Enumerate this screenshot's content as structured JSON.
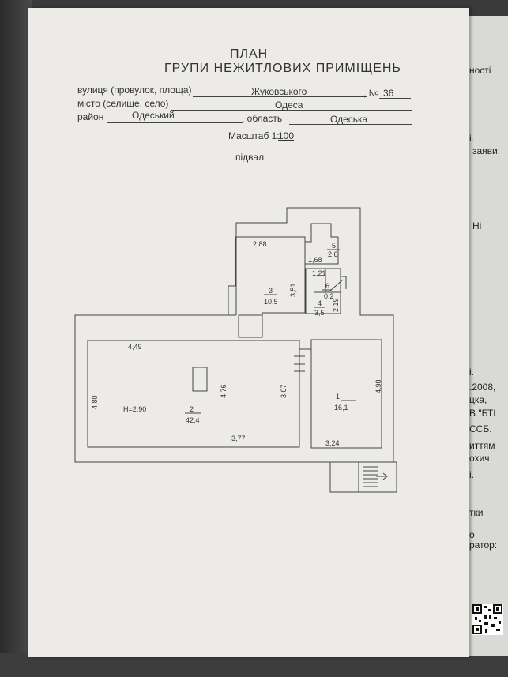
{
  "header": {
    "title_line1": "ПЛАН",
    "title_line2": "ГРУПИ НЕЖИТЛОВИХ ПРИМІЩЕНЬ"
  },
  "address": {
    "street_label": "вулиця (провулок, площа)",
    "street_value": "Жуковського",
    "number_label": ", №",
    "number_value": "36",
    "city_label": "місто (селище, село)",
    "city_value": "Одеса",
    "district_label": "район",
    "district_value": "Одеський",
    "region_label": ", область",
    "region_value": "Одеська"
  },
  "scale": {
    "label": "Масштаб 1:",
    "value": "100"
  },
  "floor": {
    "name": "підвал"
  },
  "plan": {
    "rooms": [
      {
        "number": "1",
        "area": "16,1"
      },
      {
        "number": "2",
        "area": "42,4"
      },
      {
        "number": "3",
        "area": "10,5"
      },
      {
        "number": "4",
        "area": "3,5"
      },
      {
        "number": "5",
        "area": "2,6"
      },
      {
        "number": "6",
        "area": "0,2"
      }
    ],
    "height_label": "H=2,90",
    "dimensions": {
      "d449": "4,49",
      "d480": "4,80",
      "d476": "4,76",
      "d377": "3,77",
      "d307": "3,07",
      "d498": "4,98",
      "d324": "3,24",
      "d288": "2,88",
      "d351": "3,51",
      "d168": "1,68",
      "d121": "1,21",
      "d219": "2,19"
    }
  },
  "side_fragments": [
    "ності",
    "і.",
    "заяви:",
    "Ні",
    "і.",
    ".2008,",
    "цка,",
    "В \"БТІ",
    "ССБ.",
    "иттям",
    "охич",
    "і.",
    "тки",
    "о",
    "ратор:"
  ]
}
